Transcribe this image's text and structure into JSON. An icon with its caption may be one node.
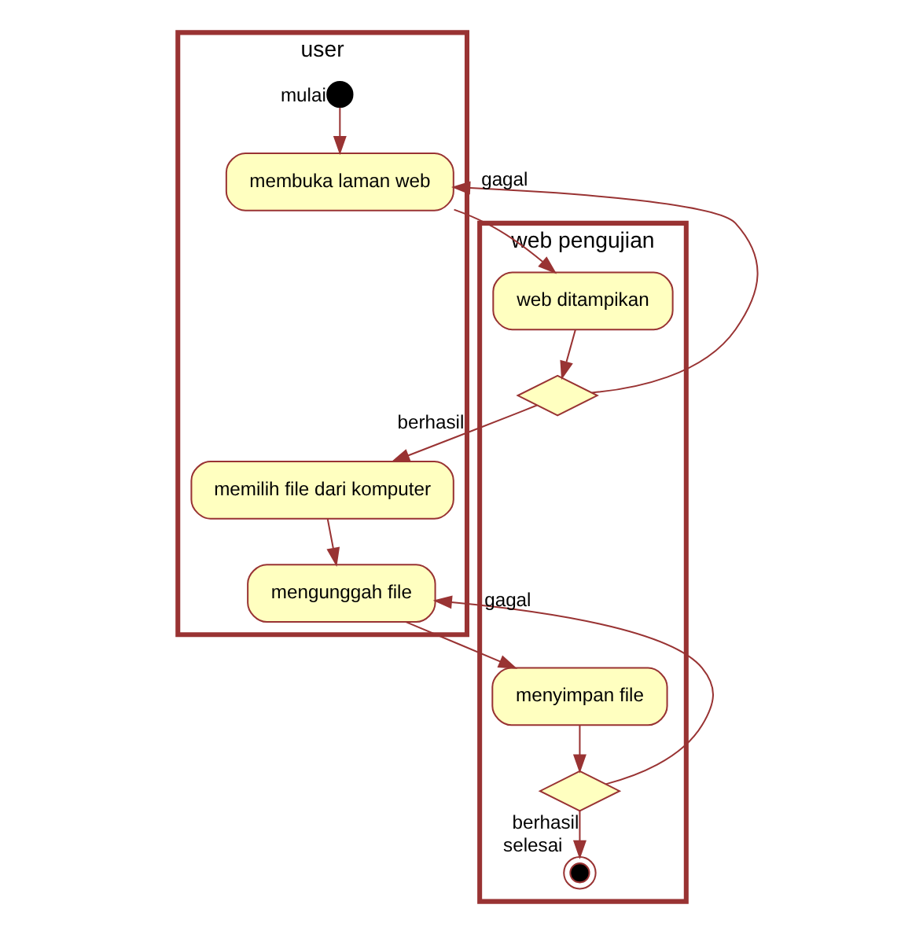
{
  "diagram": {
    "nodes": [
      {
        "text": [
          "user"
        ]
      },
      {
        "text": [
          "web pengujian"
        ]
      },
      {
        "text": [],
        "shape": "circle",
        "in": 0,
        "beside": [
          "mulai"
        ]
      },
      {
        "text": [
          "membuka laman web"
        ],
        "in": 0
      },
      {
        "text": [
          "web ditampikan"
        ],
        "in": 1
      },
      {
        "text": [],
        "shape": "diamond",
        "in": 1
      },
      {
        "text": [
          "memilih file dari komputer"
        ],
        "in": 0
      },
      {
        "text": [
          "mengunggah file"
        ],
        "in": 0
      },
      {
        "text": [
          "menyimpan file"
        ],
        "in": 1
      },
      {
        "text": [],
        "shape": "diamond",
        "in": 1
      },
      {
        "text": [],
        "shape": "circle",
        "in": 1,
        "beside": [
          "selesai"
        ]
      }
    ],
    "edges": [
      {
        "from": 2,
        "to": 3,
        "arrow": "to"
      },
      {
        "from": 3,
        "to": 4,
        "arrow": "to"
      },
      {
        "from": 4,
        "to": 5,
        "arrow": "to"
      },
      {
        "from": 5,
        "to": 6,
        "arrow": "to",
        "label": "berhasil"
      },
      {
        "from": 5,
        "to": 3,
        "arrow": "to",
        "label": "gagal"
      },
      {
        "from": 6,
        "to": 7,
        "arrow": "to"
      },
      {
        "from": 7,
        "to": 8,
        "arrow": "to"
      },
      {
        "from": 8,
        "to": 9,
        "arrow": "to"
      },
      {
        "from": 9,
        "to": 7,
        "arrow": "to",
        "label": "gagal"
      },
      {
        "from": 9,
        "to": 10,
        "arrow": "to",
        "label": "berhasil"
      }
    ]
  }
}
